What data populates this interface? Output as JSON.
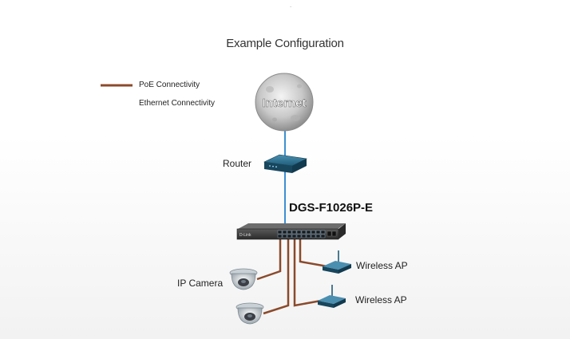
{
  "title": "Example Configuration",
  "legend": {
    "poe": "PoE Connectivity",
    "ethernet": "Ethernet Connectivity"
  },
  "labels": {
    "internet": "Internet",
    "router": "Router",
    "switch": "DGS-F1026P-E",
    "switch_brand": "D-Link",
    "camera": "IP Camera",
    "ap1": "Wireless AP",
    "ap2": "Wireless AP",
    "dot": "."
  },
  "colors": {
    "poe": "#8b4a2b",
    "ethernet": "#3d8fd1",
    "router_body": "#1f5c7a",
    "switch_body": "#3a3a3a"
  }
}
